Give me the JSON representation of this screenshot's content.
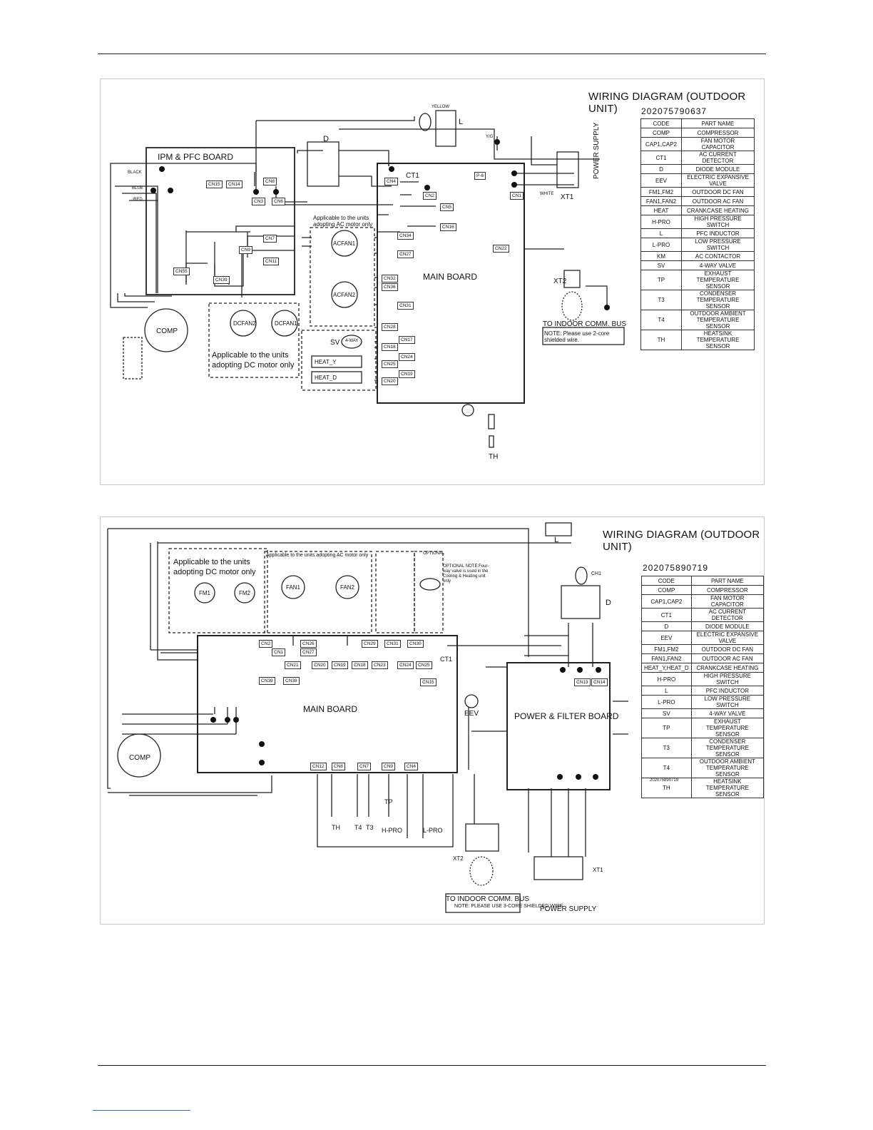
{
  "diagram1": {
    "title": "WIRING DIAGRAM (OUTDOOR UNIT)",
    "number": "202075790637",
    "board1": "IPM & PFC BOARD",
    "board2": "MAIN BOARD",
    "power_supply": "POWER SUPPLY",
    "xt1": "XT1",
    "xt2": "XT2",
    "indoor_bus": "TO INDOOR COMM. BUS",
    "note": "NOTE: Please use 2-core shielded wire.",
    "ac_note": "Applicable to the units adopting AC motor only",
    "dc_note": "Applicable to the units adopting DC motor only",
    "comp": "COMP",
    "ct1": "CT1",
    "d": "D",
    "l": "L",
    "th": "TH",
    "sv": "SV",
    "four_way": "4-WAY",
    "heat_y": "HEAT_Y",
    "heat_d": "HEAT_D",
    "acfan1": "ACFAN1",
    "acfan2": "ACFAN2",
    "dcfan1": "DCFAN1",
    "dcfan2": "DCFAN2",
    "connectors": [
      "CN3",
      "CN4",
      "CN2",
      "CN6",
      "CN8",
      "CN15",
      "CN14",
      "CN7",
      "CN9",
      "CN11",
      "CN55",
      "CN39",
      "CN34",
      "CN27",
      "CN32",
      "CN36",
      "CN31",
      "CN28",
      "CN17",
      "CN18",
      "CN24",
      "CN25",
      "CN19",
      "CN20",
      "CN22",
      "CN1",
      "CN5",
      "P-6",
      "CN16"
    ],
    "colors": [
      "BLACK",
      "BLUE",
      "RED",
      "WHITE",
      "YELLOW",
      "Y/G"
    ],
    "parts": [
      [
        "CODE",
        "PART NAME"
      ],
      [
        "COMP",
        "COMPRESSOR"
      ],
      [
        "CAP1,CAP2",
        "FAN MOTOR CAPACITOR"
      ],
      [
        "CT1",
        "AC CURRENT DETECTOR"
      ],
      [
        "D",
        "DIODE MODULE"
      ],
      [
        "EEV",
        "ELECTRIC EXPANSIVE VALVE"
      ],
      [
        "FM1,FM2",
        "OUTDOOR DC FAN"
      ],
      [
        "FAN1,FAN2",
        "OUTDOOR AC FAN"
      ],
      [
        "HEAT",
        "CRANKCASE HEATING"
      ],
      [
        "H-PRO",
        "HIGH PRESSURE SWITCH"
      ],
      [
        "L",
        "PFC INDUCTOR"
      ],
      [
        "L-PRO",
        "LOW PRESSURE SWITCH"
      ],
      [
        "KM",
        "AC CONTACTOR"
      ],
      [
        "SV",
        "4-WAY VALVE"
      ],
      [
        "TP",
        "EXHAUST TEMPERATURE SENSOR"
      ],
      [
        "T3",
        "CONDENSER TEMPERATURE SENSOR"
      ],
      [
        "T4",
        "OUTDOOR AMBIENT TEMPERATURE SENSOR"
      ],
      [
        "TH",
        "HEATSINK TEMPERATURE SENSOR"
      ]
    ]
  },
  "diagram2": {
    "title": "WIRING DIAGRAM (OUTDOOR UNIT)",
    "number": "202075890719",
    "board1": "MAIN BOARD",
    "board2": "POWER & FILTER BOARD",
    "power_supply": "POWER SUPPLY",
    "indoor_bus": "TO INDOOR COMM. BUS",
    "note": "NOTE: PLEASE USE 3-CORE SHIELDED WIRE",
    "dc_note": "Applicable to the units adopting DC motor only",
    "ac_note": "Applicable to the units adopting AC motor only",
    "optional": "OPTIONAL",
    "optional_note": "OPTIONAL NOTE:Four-way valve is used in the Cooling & Heating unit only",
    "comp": "COMP",
    "eev": "EEV",
    "ct1": "CT1",
    "d": "D",
    "l": "L",
    "ch1": "CH1",
    "xt1": "XT1",
    "xt2": "XT2",
    "sensors": [
      "TH",
      "T4",
      "T3",
      "TP",
      "H-PRO",
      "L-PRO"
    ],
    "fans": [
      "FM1",
      "FM2",
      "FAN1",
      "FAN2"
    ],
    "connectors": [
      "CN2",
      "CN1",
      "CN26",
      "CN27",
      "CN21",
      "CN20",
      "CN19",
      "CN18",
      "CN29",
      "CN23",
      "CN31",
      "CN24",
      "CN30",
      "CN25",
      "CN39",
      "CN38",
      "CN15",
      "CN12",
      "CN8",
      "CN7",
      "CN9",
      "CN4",
      "CN13",
      "CN14"
    ],
    "parts": [
      [
        "CODE",
        "PART NAME"
      ],
      [
        "COMP",
        "COMPRESSOR"
      ],
      [
        "CAP1,CAP2",
        "FAN MOTOR CAPACITOR"
      ],
      [
        "CT1",
        "AC CURRENT DETECTOR"
      ],
      [
        "D",
        "DIODE MODULE"
      ],
      [
        "EEV",
        "ELECTRIC EXPANSIVE VALVE"
      ],
      [
        "FM1,FM2",
        "OUTDOOR DC FAN"
      ],
      [
        "FAN1,FAN2",
        "OUTDOOR AC FAN"
      ],
      [
        "HEAT_Y,HEAT_D",
        "CRANKCASE HEATING"
      ],
      [
        "H-PRO",
        "HIGH PRESSURE SWITCH"
      ],
      [
        "L",
        "PFC INDUCTOR"
      ],
      [
        "L-PRO",
        "LOW PRESSURE SWITCH"
      ],
      [
        "SV",
        "4-WAY VALVE"
      ],
      [
        "TP",
        "EXHAUST TEMPERATURE SENSOR"
      ],
      [
        "T3",
        "CONDENSER TEMPERATURE SENSOR"
      ],
      [
        "T4",
        "OUTDOOR AMBIENT TEMPERATURE SENSOR"
      ],
      [
        "TH",
        "HEATSINK TEMPERATURE SENSOR"
      ]
    ],
    "footer_number": "202075890719"
  }
}
